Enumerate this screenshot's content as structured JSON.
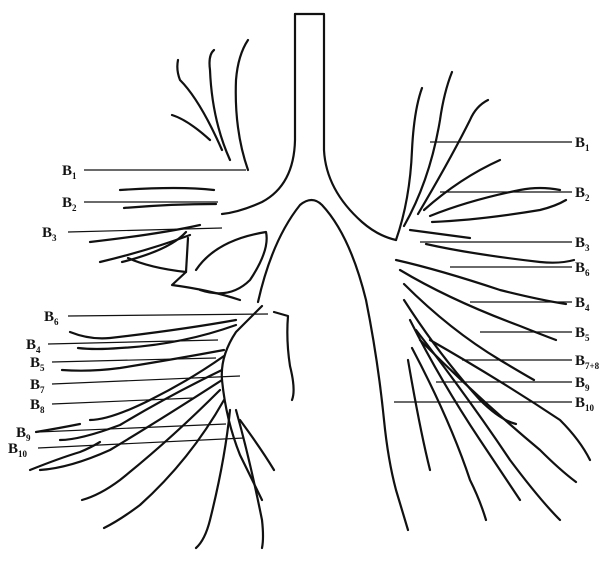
{
  "diagram": {
    "right_labels": [
      {
        "id": "r-b1",
        "main": "B",
        "sub": "1"
      },
      {
        "id": "r-b2",
        "main": "B",
        "sub": "2"
      },
      {
        "id": "r-b3",
        "main": "B",
        "sub": "3"
      },
      {
        "id": "r-b6",
        "main": "B",
        "sub": "6"
      },
      {
        "id": "r-b4",
        "main": "B",
        "sub": "4"
      },
      {
        "id": "r-b5",
        "main": "B",
        "sub": "5"
      },
      {
        "id": "r-b78",
        "main": "B",
        "sub": "7+8"
      },
      {
        "id": "r-b9",
        "main": "B",
        "sub": "9"
      },
      {
        "id": "r-b10",
        "main": "B",
        "sub": "10"
      }
    ],
    "left_labels": [
      {
        "id": "l-b1",
        "main": "B",
        "sub": "1"
      },
      {
        "id": "l-b2",
        "main": "B",
        "sub": "2"
      },
      {
        "id": "l-b3",
        "main": "B",
        "sub": "3"
      },
      {
        "id": "l-b6",
        "main": "B",
        "sub": "6"
      },
      {
        "id": "l-b4",
        "main": "B",
        "sub": "4"
      },
      {
        "id": "l-b5",
        "main": "B",
        "sub": "5"
      },
      {
        "id": "l-b7",
        "main": "B",
        "sub": "7"
      },
      {
        "id": "l-b8",
        "main": "B",
        "sub": "8"
      },
      {
        "id": "l-b9",
        "main": "B",
        "sub": "9"
      },
      {
        "id": "l-b10",
        "main": "B",
        "sub": "10"
      }
    ]
  },
  "colors": {
    "line": "#111111",
    "background": "#ffffff"
  }
}
